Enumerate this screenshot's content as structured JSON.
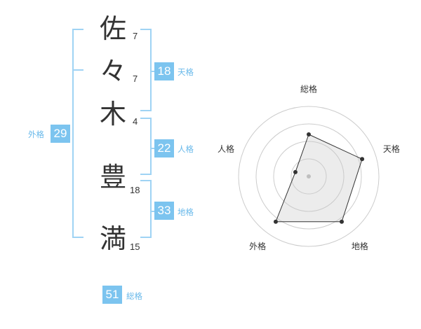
{
  "name": {
    "chars": [
      {
        "char": "佐",
        "strokes": "7"
      },
      {
        "char": "々",
        "strokes": "7"
      },
      {
        "char": "木",
        "strokes": "4"
      },
      {
        "char": "豊",
        "strokes": "18"
      },
      {
        "char": "満",
        "strokes": "15"
      }
    ]
  },
  "fortune": {
    "tenkaku": {
      "value": "18",
      "label": "天格"
    },
    "jinkaku": {
      "value": "22",
      "label": "人格"
    },
    "chikaku": {
      "value": "33",
      "label": "地格"
    },
    "gaikaku": {
      "value": "29",
      "label": "外格"
    },
    "soukaku": {
      "value": "51",
      "label": "総格"
    }
  },
  "colors": {
    "accent": "#7cc4ef",
    "bracket": "#9fd3f4",
    "label": "#69b9ea"
  },
  "chart_data": {
    "type": "radar",
    "axes": [
      "総格",
      "天格",
      "地格",
      "外格",
      "人格"
    ],
    "values": [
      3,
      4,
      4,
      4,
      1
    ],
    "scale_max": 5,
    "rings": 4
  }
}
